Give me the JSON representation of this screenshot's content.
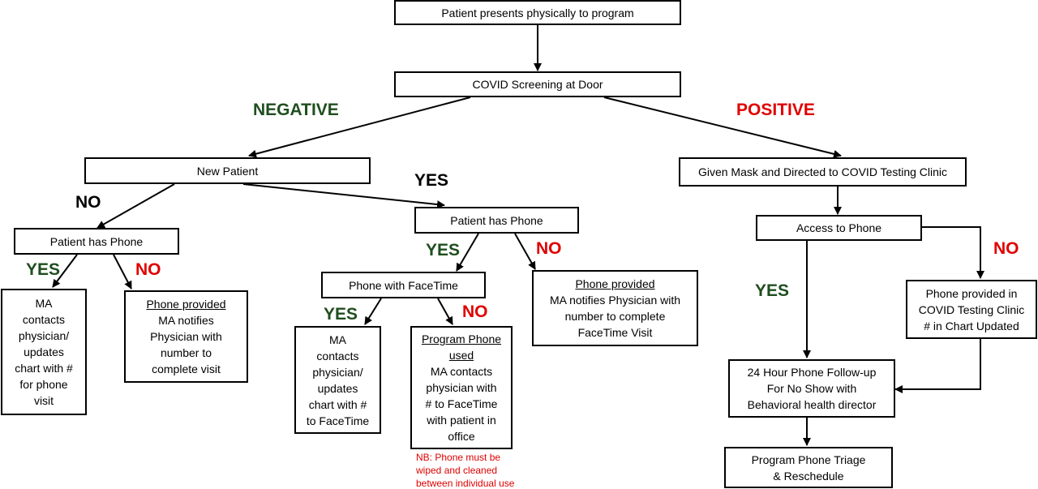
{
  "colors": {
    "yes": "#1f4e1f",
    "no": "#e00000",
    "positive": "#e00000",
    "neutral": "#000000",
    "note": "#e00000"
  },
  "boxes": {
    "presents": [
      "Patient presents physically to program"
    ],
    "screening": [
      "COVID Screening at Door"
    ],
    "new_patient": [
      "New Patient"
    ],
    "mask": [
      "Given Mask and Directed to COVID Testing Clinic"
    ],
    "has_phone_left": [
      "Patient has Phone"
    ],
    "has_phone_mid": [
      "Patient has Phone"
    ],
    "access_phone": [
      "Access to Phone"
    ],
    "ma_contacts_left": [
      "MA",
      "contacts",
      "physician/",
      "updates",
      "chart with #",
      "for phone",
      "visit"
    ],
    "phone_provided_left": {
      "heading": "Phone provided",
      "lines": [
        "MA notifies",
        "Physician with",
        "number to",
        "complete visit"
      ]
    },
    "facetime": [
      "Phone with FaceTime"
    ],
    "phone_provided_mid": {
      "heading": "Phone provided",
      "lines": [
        "MA notifies Physician with",
        "number to complete",
        "FaceTime Visit"
      ]
    },
    "ma_contacts_mid": [
      "MA",
      "contacts",
      "physician/",
      "updates",
      "chart with #",
      "to FaceTime"
    ],
    "program_phone": {
      "heading": [
        "Program Phone",
        "used"
      ],
      "lines": [
        "MA contacts",
        "physician with",
        "# to FaceTime",
        "with patient in",
        "office"
      ]
    },
    "phone_clinic": [
      "Phone provided in",
      "COVID Testing Clinic",
      "# in Chart Updated"
    ],
    "followup": [
      "24 Hour Phone Follow-up",
      "For No Show with",
      "Behavioral health director"
    ],
    "triage": [
      "Program Phone Triage",
      "& Reschedule"
    ]
  },
  "labels": {
    "negative": "NEGATIVE",
    "positive": "POSITIVE",
    "no_new_patient": "NO",
    "yes_new_patient": "YES",
    "yes_left": "YES",
    "no_left": "NO",
    "yes_mid": "YES",
    "no_mid": "NO",
    "yes_facetime": "YES",
    "no_facetime": "NO",
    "yes_access": "YES",
    "no_access": "NO"
  },
  "note": [
    "NB: Phone must be",
    "wiped and cleaned",
    "between individual use"
  ]
}
